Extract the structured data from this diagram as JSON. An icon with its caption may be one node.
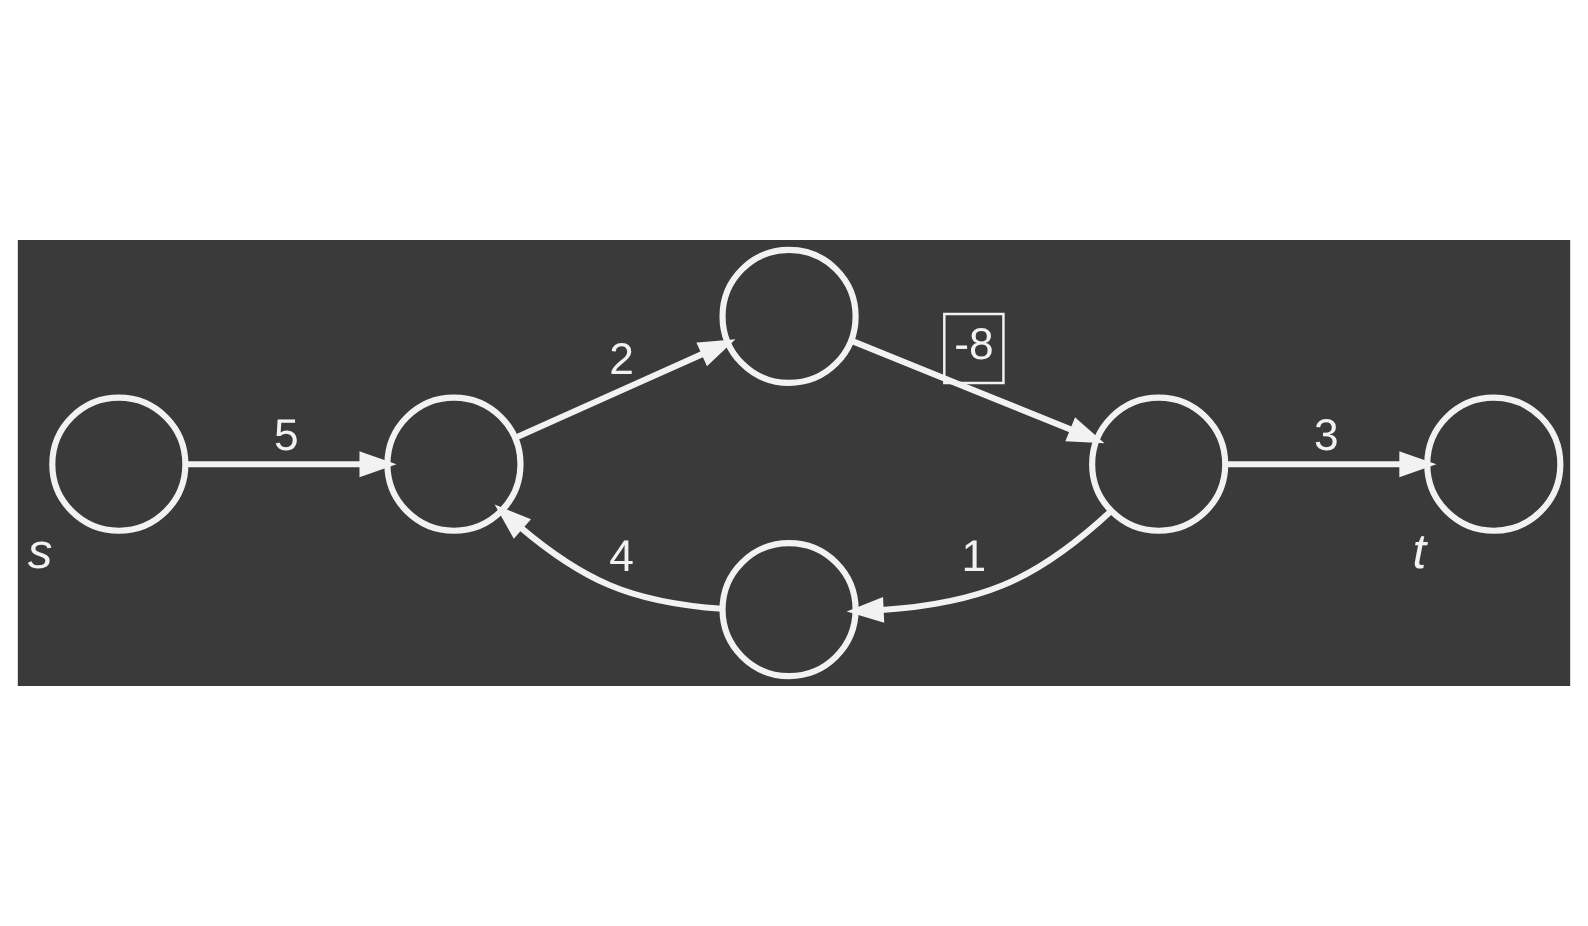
{
  "diagram": {
    "nodes": [
      {
        "text": [],
        "shape": "circle",
        "beside": [
          "s"
        ]
      },
      {
        "text": [],
        "shape": "circle"
      },
      {
        "text": [],
        "shape": "circle"
      },
      {
        "text": [],
        "shape": "circle"
      },
      {
        "text": [],
        "shape": "circle"
      },
      {
        "text": [],
        "shape": "circle",
        "beside": [
          "t"
        ]
      }
    ],
    "edges": [
      {
        "from": 0,
        "to": 1,
        "arrow": "to",
        "label": "5"
      },
      {
        "from": 1,
        "to": 2,
        "arrow": "to",
        "label": "2"
      },
      {
        "from": 2,
        "to": 3,
        "arrow": "to",
        "label": "-8"
      },
      {
        "from": 3,
        "to": 5,
        "arrow": "to",
        "label": "3"
      },
      {
        "from": 3,
        "to": 4,
        "arrow": "to",
        "label": "1"
      },
      {
        "from": 4,
        "to": 1,
        "arrow": "to",
        "label": "4"
      }
    ]
  }
}
